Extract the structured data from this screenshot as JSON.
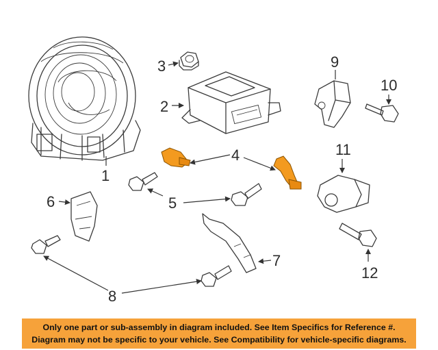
{
  "callouts": {
    "c1": "1",
    "c2": "2",
    "c3": "3",
    "c4": "4",
    "c5": "5",
    "c6": "6",
    "c7": "7",
    "c8": "8",
    "c9": "9",
    "c10": "10",
    "c11": "11",
    "c12": "12"
  },
  "banner": {
    "line1": "Only one part or sub-assembly in diagram included. See Item Specifics for Reference #.",
    "line2": "Diagram may not be specific to your vehicle. See Compatibility for vehicle-specific diagrams."
  },
  "colors": {
    "highlight_part": "#f39a1f",
    "banner_background": "#f6a23a",
    "line_art": "#3a3a3a"
  }
}
